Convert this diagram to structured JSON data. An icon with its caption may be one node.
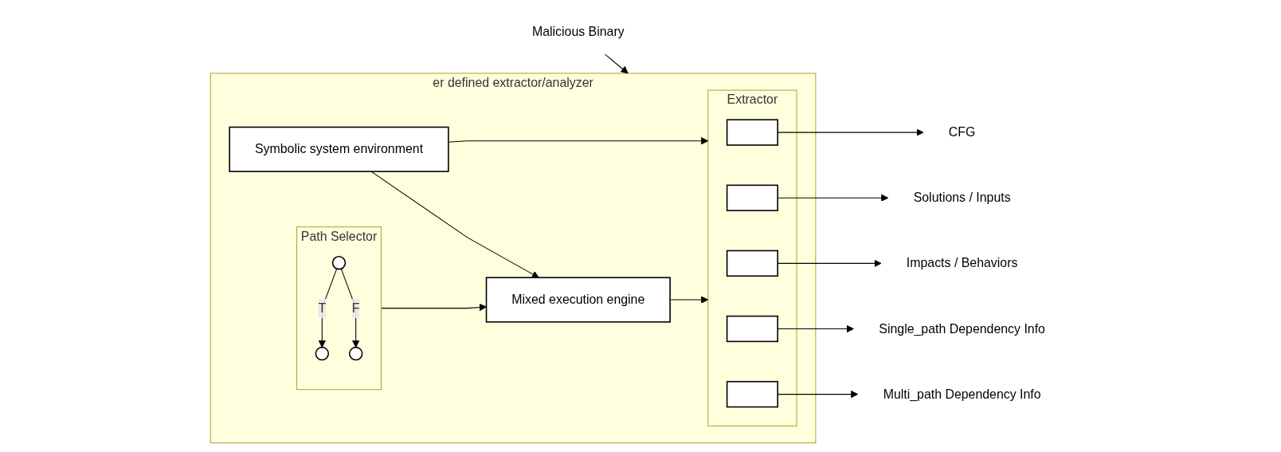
{
  "diagram": {
    "nodes": [
      {
        "text": [
          "er defined extractor/analyzer"
        ]
      },
      {
        "text": [
          "Malicious Binary"
        ]
      },
      {
        "text": [
          "Symbolic system environment"
        ],
        "in": 0
      },
      {
        "text": [
          "Path Selector"
        ],
        "in": 0
      },
      {
        "text": [],
        "shape": "circle",
        "in": 3
      },
      {
        "text": [],
        "shape": "circle",
        "in": 3
      },
      {
        "text": [],
        "shape": "circle",
        "in": 3
      },
      {
        "text": [
          "Mixed execution engine"
        ],
        "in": 0
      },
      {
        "text": [
          "Extractor"
        ],
        "in": 0
      },
      {
        "text": [],
        "shape": "box",
        "in": 8
      },
      {
        "text": [],
        "shape": "box",
        "in": 8
      },
      {
        "text": [],
        "shape": "box",
        "in": 8
      },
      {
        "text": [],
        "shape": "box",
        "in": 8
      },
      {
        "text": [],
        "shape": "box",
        "in": 8
      },
      {
        "text": [
          "CFG"
        ]
      },
      {
        "text": [
          "Solutions / Inputs"
        ]
      },
      {
        "text": [
          "Impacts / Behaviors"
        ]
      },
      {
        "text": [
          "Single_path Dependency Info"
        ]
      },
      {
        "text": [
          "Multi_path Dependency Info"
        ]
      }
    ],
    "edges": [
      {
        "from": 1,
        "to": 0,
        "arrow": "to"
      },
      {
        "from": 2,
        "to": 8,
        "arrow": "to"
      },
      {
        "from": 2,
        "to": 7,
        "arrow": "to"
      },
      {
        "from": 3,
        "to": 7,
        "arrow": "to"
      },
      {
        "from": 4,
        "to": 5,
        "label": "T",
        "arrow": "to"
      },
      {
        "from": 4,
        "to": 6,
        "label": "F",
        "arrow": "to"
      },
      {
        "from": 7,
        "to": 8,
        "arrow": "to"
      },
      {
        "from": 9,
        "to": 14,
        "arrow": "to"
      },
      {
        "from": 10,
        "to": 15,
        "arrow": "to"
      },
      {
        "from": 11,
        "to": 16,
        "arrow": "to"
      },
      {
        "from": 12,
        "to": 17,
        "arrow": "to"
      },
      {
        "from": 13,
        "to": 18,
        "arrow": "to"
      }
    ]
  }
}
